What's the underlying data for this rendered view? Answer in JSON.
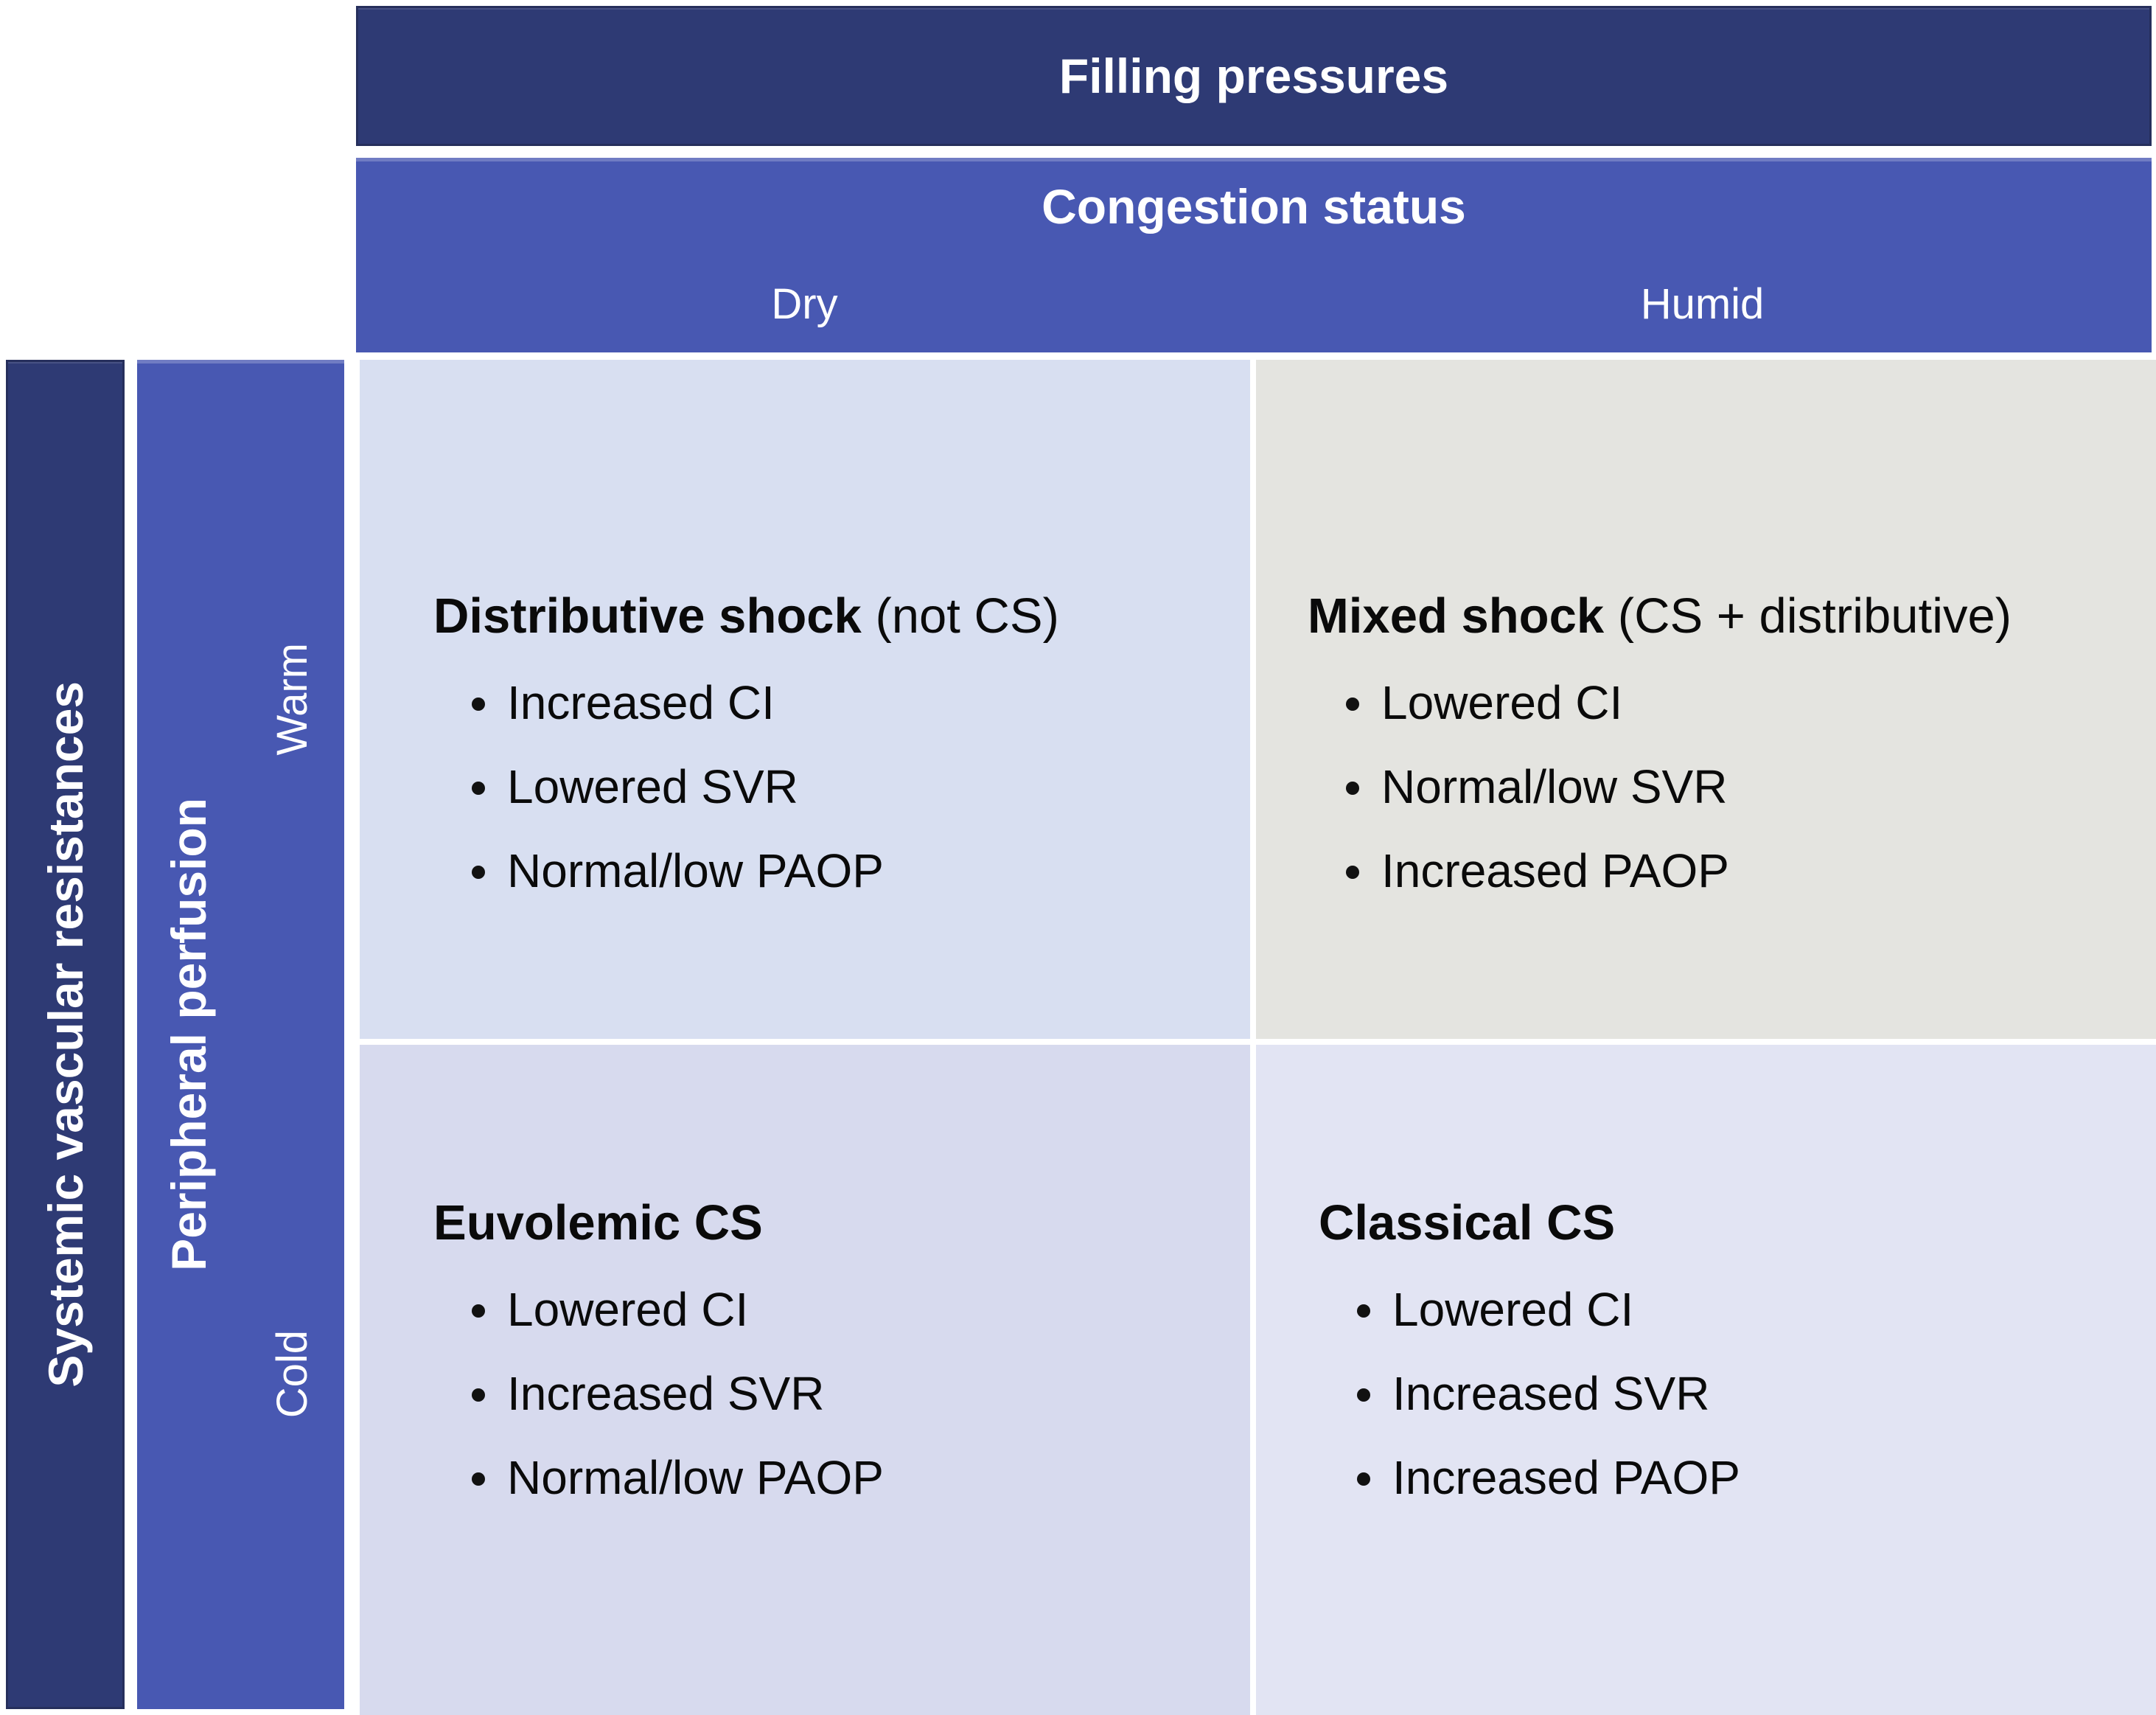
{
  "header": {
    "filling_pressures": "Filling pressures",
    "congestion_status": "Congestion status",
    "columns": [
      {
        "label": "Dry"
      },
      {
        "label": "Humid"
      }
    ]
  },
  "axes": {
    "svr_label": "Systemic vascular resistances",
    "peripheral_perfusion_label": "Peripheral perfusion",
    "rows": [
      {
        "label": "Warm"
      },
      {
        "label": "Cold"
      }
    ]
  },
  "quadrants": [
    {
      "id": "warm-dry",
      "title_bold": "Distributive shock",
      "title_suffix": " (not CS)",
      "bullets": [
        "Increased CI",
        "Lowered SVR",
        "Normal/low PAOP"
      ],
      "bg": "#d8dff1"
    },
    {
      "id": "warm-humid",
      "title_bold": "Mixed shock",
      "title_suffix": " (CS + distributive)",
      "bullets": [
        "Lowered CI",
        "Normal/low SVR",
        "Increased PAOP"
      ],
      "bg": "#e4e4e0"
    },
    {
      "id": "cold-dry",
      "title_bold": "Euvolemic CS",
      "title_suffix": "",
      "bullets": [
        "Lowered CI",
        "Increased SVR",
        "Normal/low PAOP"
      ],
      "bg": "#d7daee"
    },
    {
      "id": "cold-humid",
      "title_bold": "Classical CS",
      "title_suffix": "",
      "bullets": [
        "Lowered CI",
        "Increased SVR",
        "Increased PAOP"
      ],
      "bg": "#e2e4f3"
    }
  ],
  "colors": {
    "navy": "#2e3a74",
    "blue": "#4858b2",
    "text_light": "#ffffff",
    "text_dark": "#0a0a0a",
    "gap_white": "#ffffff"
  }
}
